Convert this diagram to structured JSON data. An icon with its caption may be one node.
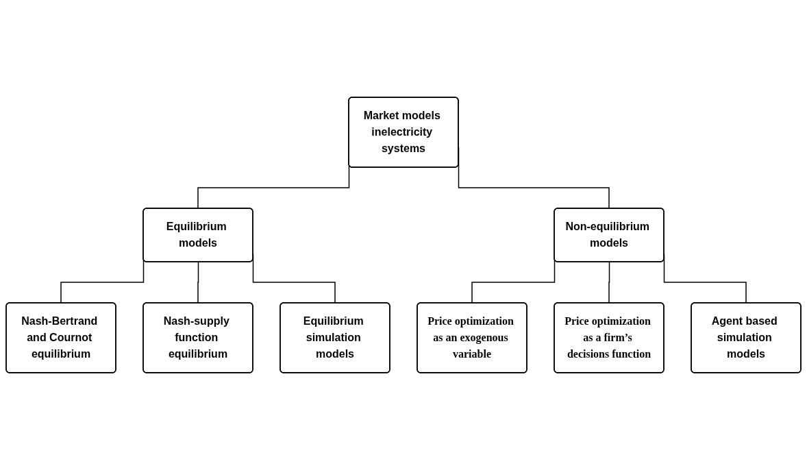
{
  "diagram": {
    "nodes": [
      {
        "text": [
          "Market models inelectricity systems"
        ]
      },
      {
        "text": [
          "Equilibrium models"
        ]
      },
      {
        "text": [
          "Non-equilibrium models"
        ]
      },
      {
        "text": [
          "Nash-Bertrand and Cournot equilibrium"
        ]
      },
      {
        "text": [
          "Nash-supply function equilibrium"
        ]
      },
      {
        "text": [
          "Equilibrium simulation models"
        ]
      },
      {
        "text": [
          "Price optimization as an exogenous variable"
        ]
      },
      {
        "text": [
          "Price optimization as a firm’s decisions function"
        ]
      },
      {
        "text": [
          "Agent based simulation models"
        ]
      }
    ],
    "edges": [
      {
        "from": 0,
        "to": 1,
        "arrow": "none"
      },
      {
        "from": 0,
        "to": 2,
        "arrow": "none"
      },
      {
        "from": 1,
        "to": 3,
        "arrow": "none"
      },
      {
        "from": 1,
        "to": 4,
        "arrow": "none"
      },
      {
        "from": 1,
        "to": 5,
        "arrow": "none"
      },
      {
        "from": 2,
        "to": 6,
        "arrow": "none"
      },
      {
        "from": 2,
        "to": 7,
        "arrow": "none"
      },
      {
        "from": 2,
        "to": 8,
        "arrow": "none"
      }
    ]
  }
}
